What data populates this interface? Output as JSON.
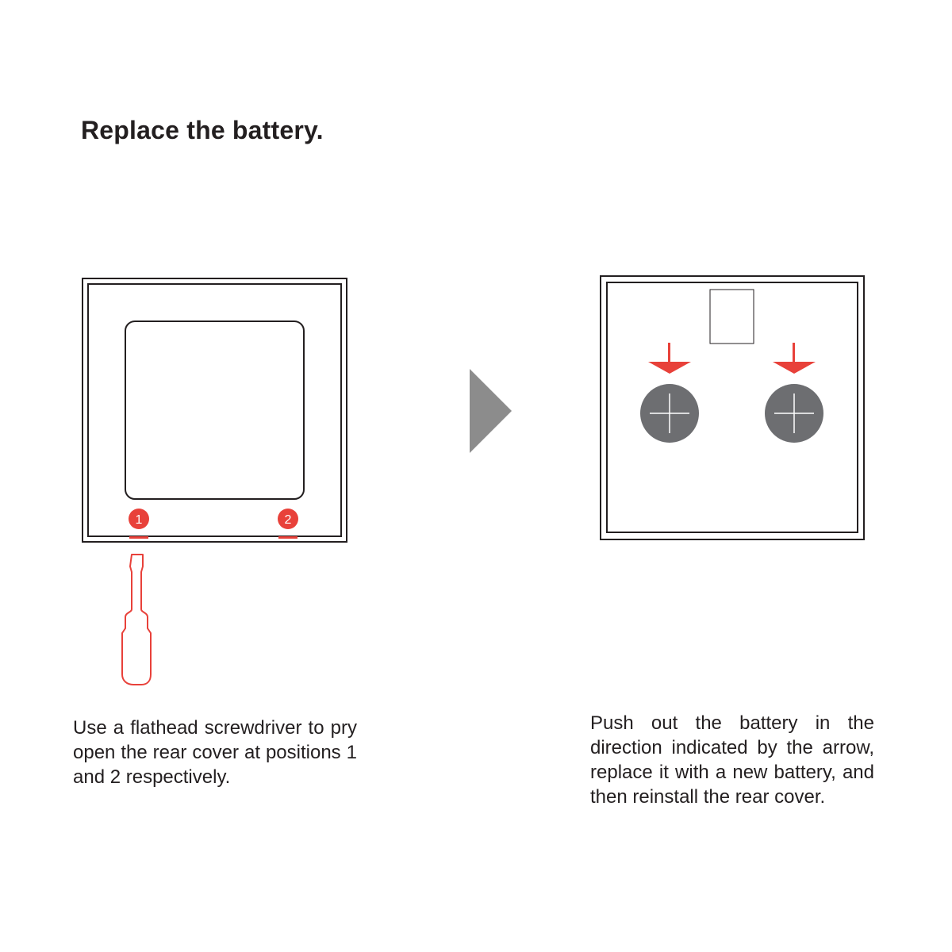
{
  "title": "Replace the battery.",
  "steps": [
    {
      "caption": "Use a flathead screwdriver to pry open the rear cover at positions 1 and 2 respectively.",
      "markers": [
        "1",
        "2"
      ]
    },
    {
      "caption": "Push out the battery in the direction indicated by the arrow, replace it with a new battery, and then reinstall the rear cover."
    }
  ],
  "colors": {
    "accent": "#e8413a",
    "outline": "#231f20",
    "battery": "#6d6e71",
    "next_arrow": "#8c8c8c"
  },
  "icons": [
    "screwdriver-icon",
    "down-arrow-icon",
    "coin-battery-icon",
    "next-step-arrow-icon"
  ]
}
